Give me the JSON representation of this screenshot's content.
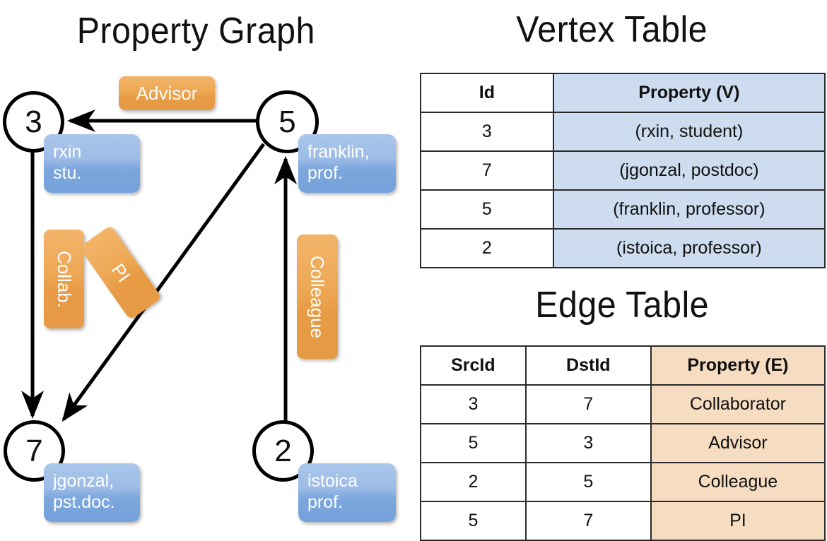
{
  "titles": {
    "property_graph": "Property Graph",
    "vertex_table": "Vertex Table",
    "edge_table": "Edge Table"
  },
  "graph": {
    "vertices": [
      {
        "id": "3",
        "property": "rxin\nstu."
      },
      {
        "id": "5",
        "property": "franklin,\nprof."
      },
      {
        "id": "7",
        "property": "jgonzal,\npst.doc."
      },
      {
        "id": "2",
        "property": "istoica\nprof."
      }
    ],
    "vertex_labels": {
      "v3": "3",
      "v5": "5",
      "v7": "7",
      "v2": "2"
    },
    "property_boxes": {
      "rxin_line1": "rxin",
      "rxin_line2": "stu.",
      "franklin_line1": "franklin,",
      "franklin_line2": "prof.",
      "jgonzal_line1": "jgonzal,",
      "jgonzal_line2": "pst.doc.",
      "istoica_line1": "istoica",
      "istoica_line2": "prof."
    },
    "edge_labels": {
      "advisor": "Advisor",
      "collab": "Collab.",
      "pi": "PI",
      "colleague": "Colleague"
    },
    "edges": [
      {
        "from": "5",
        "to": "3",
        "label": "Advisor"
      },
      {
        "from": "3",
        "to": "7",
        "label": "Collab."
      },
      {
        "from": "5",
        "to": "7",
        "label": "PI"
      },
      {
        "from": "2",
        "to": "5",
        "label": "Colleague"
      }
    ]
  },
  "vertex_table": {
    "headers": [
      "Id",
      "Property (V)"
    ],
    "rows": [
      {
        "id": "3",
        "property": "(rxin, student)"
      },
      {
        "id": "7",
        "property": "(jgonzal, postdoc)"
      },
      {
        "id": "5",
        "property": "(franklin, professor)"
      },
      {
        "id": "2",
        "property": "(istoica, professor)"
      }
    ]
  },
  "edge_table": {
    "headers": [
      "SrcId",
      "DstId",
      "Property (E)"
    ],
    "rows": [
      {
        "src": "3",
        "dst": "7",
        "property": "Collaborator"
      },
      {
        "src": "5",
        "dst": "3",
        "property": "Advisor"
      },
      {
        "src": "2",
        "dst": "5",
        "property": "Colleague"
      },
      {
        "src": "5",
        "dst": "7",
        "property": "PI"
      }
    ]
  },
  "colors": {
    "vertex_property_fill": "#9dbce6",
    "edge_label_fill": "#eda855",
    "vertex_table_highlight": "#cddcef",
    "edge_table_highlight": "#f6dcc0",
    "stroke": "#000000"
  }
}
